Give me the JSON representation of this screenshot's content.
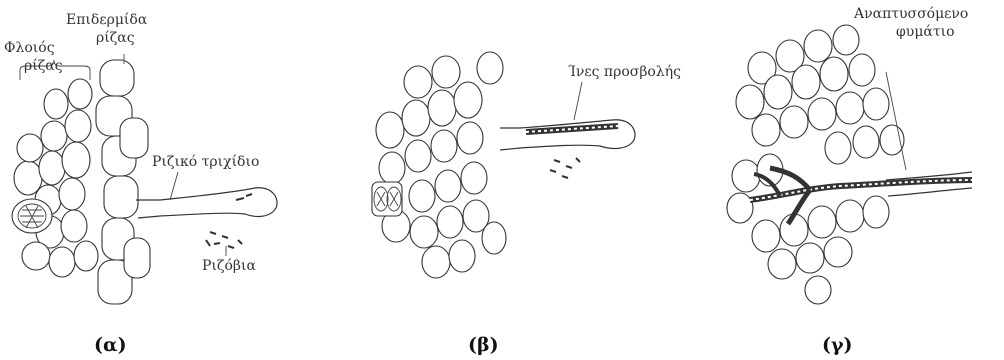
{
  "panels": [
    {
      "caption": "(α)",
      "labels": {
        "epidermis": "Επιδερμίδα",
        "epidermis_2": "ρίζας",
        "cortex": "Φλοιός",
        "cortex_2": "ρίζας",
        "root_hair": "Ριζικό τριχίδιο",
        "rhizobia": "Ριζόβια"
      }
    },
    {
      "caption": "(β)",
      "labels": {
        "infection_threads": "Ίνες προσβολής"
      }
    },
    {
      "caption": "(γ)",
      "labels": {
        "nodule": "Αναπτυσσόμενο",
        "nodule_2": "φυμάτιο"
      }
    }
  ]
}
